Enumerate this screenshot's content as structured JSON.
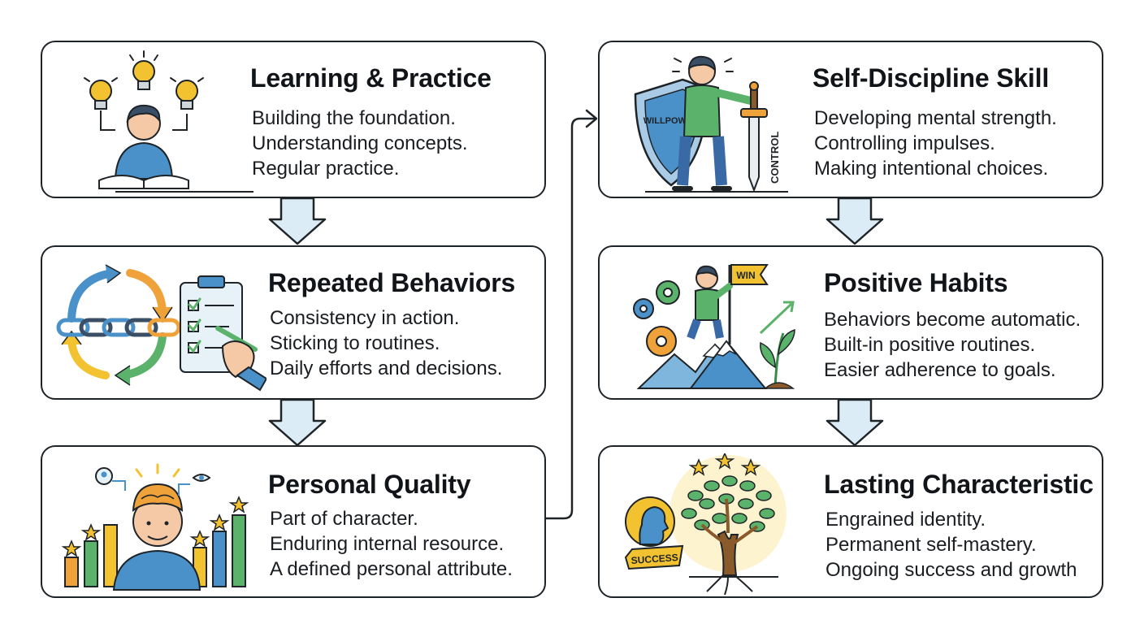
{
  "steps": [
    {
      "id": "learning",
      "title": "Learning & Practice",
      "lines": [
        "Building the foundation.",
        "Understanding concepts.",
        "Regular practice."
      ]
    },
    {
      "id": "repeated",
      "title": "Repeated Behaviors",
      "lines": [
        "Consistency in action.",
        "Sticking to routines.",
        "Daily efforts and decisions."
      ]
    },
    {
      "id": "personal",
      "title": "Personal Quality",
      "lines": [
        "Part of character.",
        "Enduring internal resource.",
        "A defined personal attribute."
      ]
    },
    {
      "id": "selfdiscipline",
      "title": "Self-Discipline Skill",
      "lines": [
        "Developing mental strength.",
        "Controlling impulses.",
        "Making intentional choices."
      ]
    },
    {
      "id": "habits",
      "title": "Positive Habits",
      "lines": [
        "Behaviors become automatic.",
        "Built-in positive routines.",
        "Easier adherence to goals."
      ]
    },
    {
      "id": "lasting",
      "title": "Lasting Characteristic",
      "lines": [
        "Engrained identity.",
        "Permanent self-mastery.",
        "Ongoing success and growth"
      ]
    }
  ],
  "illustration_labels": {
    "shield": "WILLPOWER",
    "sword": "CONTROL",
    "flag": "WIN",
    "banner": "SUCCESS"
  },
  "colors": {
    "border": "#1f2428",
    "arrow_fill": "#dcecf6",
    "blue": "#4a90c9",
    "green": "#5bb26a",
    "yellow": "#f2c230",
    "orange": "#f0a23a"
  }
}
